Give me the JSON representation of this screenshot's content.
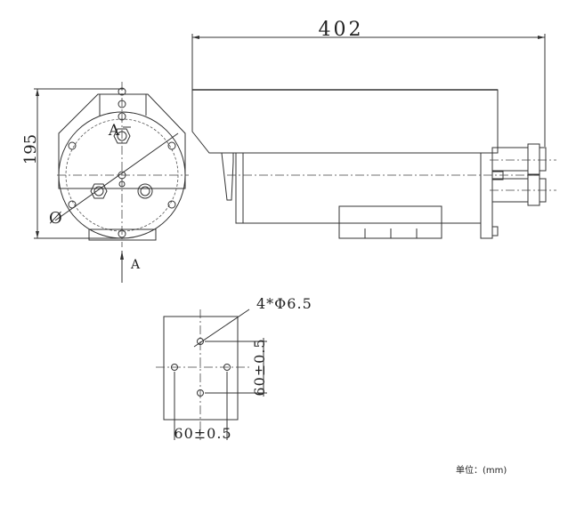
{
  "dimensions": {
    "length": "402",
    "height": "195",
    "diameter": "Ø",
    "section_mark": "A",
    "view_arrow": "A",
    "hole_spec": "4*Φ6.5",
    "hole_spacing_v": "60±0.5",
    "hole_spacing_h": "60±0.5"
  },
  "unit_label": "单位：(mm)"
}
